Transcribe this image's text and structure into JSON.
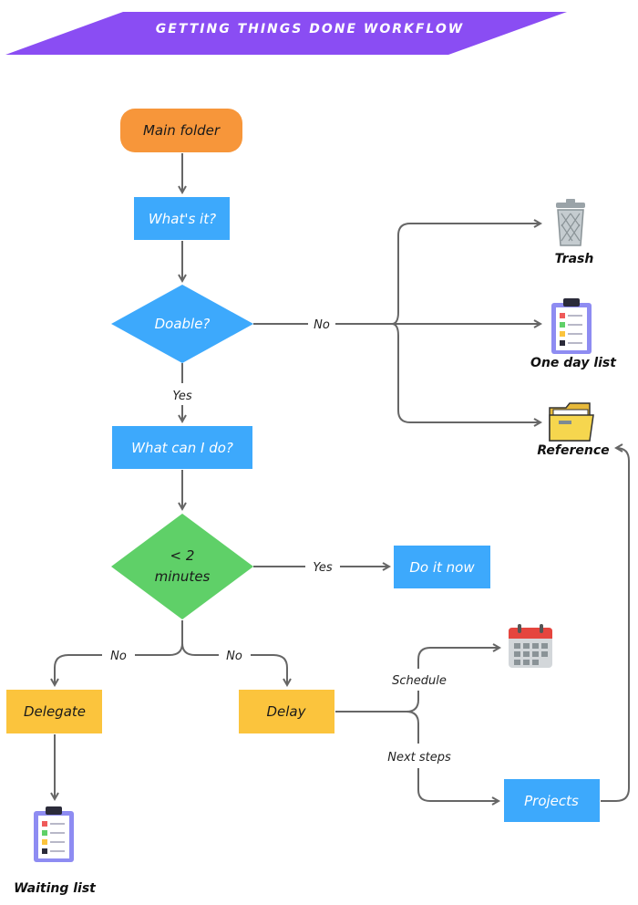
{
  "title": "GETTING THINGS DONE WORKFLOW",
  "colors": {
    "banner": "#8A4DF3",
    "start": "#F7963A",
    "process": "#3DA9FC",
    "decision_blue": "#3DA9FC",
    "decision_green": "#5FD068",
    "action_yellow": "#FBC43D",
    "arrow": "#666666"
  },
  "nodes": {
    "main_folder": "Main folder",
    "whats_it": "What's it?",
    "doable": "Doable?",
    "what_can_i_do": "What can I do?",
    "two_minutes_line1": "< 2",
    "two_minutes_line2": "minutes",
    "do_it_now": "Do it now",
    "delegate": "Delegate",
    "delay": "Delay",
    "projects": "Projects"
  },
  "icons": {
    "trash": {
      "label": "Trash",
      "icon": "trash-can-icon"
    },
    "one_day_list": {
      "label": "One day list",
      "icon": "clipboard-checklist-icon"
    },
    "reference": {
      "label": "Reference",
      "icon": "folder-icon"
    },
    "calendar": {
      "icon": "calendar-icon"
    },
    "waiting_list": {
      "label": "Waiting list",
      "icon": "clipboard-checklist-icon"
    }
  },
  "edges": {
    "doable_no": "No",
    "doable_yes": "Yes",
    "two_min_yes": "Yes",
    "two_min_no_left": "No",
    "two_min_no_right": "No",
    "delay_schedule": "Schedule",
    "delay_next_steps": "Next steps"
  }
}
